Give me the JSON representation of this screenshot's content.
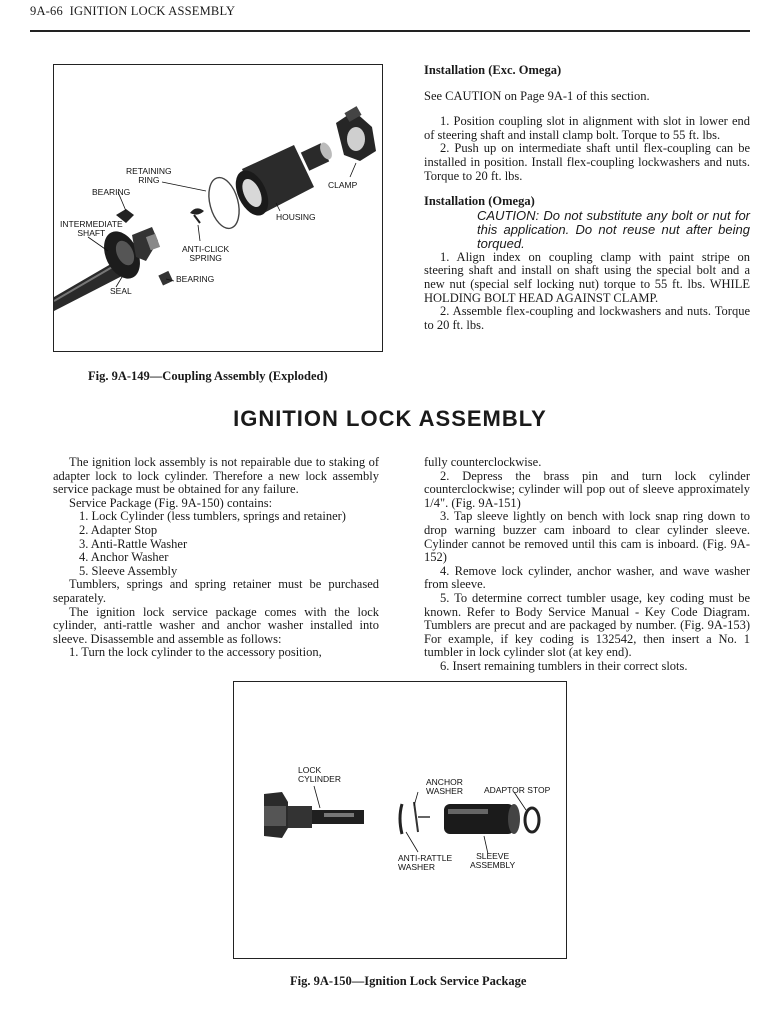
{
  "header": {
    "page_ref": "9A-66",
    "section": "IGNITION LOCK ASSEMBLY"
  },
  "figure1": {
    "labels": {
      "retaining_ring": "RETAINING\nRING",
      "bearing_top": "BEARING",
      "intermediate_shaft": "INTERMEDIATE\nSHAFT",
      "anti_click_spring": "ANTI-CLICK\nSPRING",
      "housing": "HOUSING",
      "clamp": "CLAMP",
      "bearing_bottom": "BEARING",
      "seal": "SEAL"
    },
    "caption": "Fig. 9A-149—Coupling Assembly (Exploded)"
  },
  "right_top": {
    "installation_exc_heading": "Installation (Exc. Omega)",
    "see_caution": "See CAUTION on Page 9A-1 of this section.",
    "exc_step1": "1. Position coupling slot in alignment with slot in lower end of steering shaft and install clamp bolt. Torque to 55 ft. lbs.",
    "exc_step2": "2. Push up on intermediate shaft until flex-coupling can be installed in position. Install flex-coupling lockwashers and nuts. Torque to 20 ft. lbs.",
    "installation_omega_heading": "Installation (Omega)",
    "caution_text": "CAUTION: Do not substitute any bolt or nut for this application. Do not reuse nut after being torqued.",
    "omega_step1": "1. Align index on coupling clamp with paint stripe on steering shaft and install on shaft using the special bolt and a new nut (special self locking nut) torque to 55 ft. lbs. WHILE HOLDING BOLT HEAD AGAINST CLAMP.",
    "omega_step2": "2. Assemble flex-coupling and lockwashers and nuts. Torque to 20 ft. lbs."
  },
  "main_title": "IGNITION LOCK ASSEMBLY",
  "left_col": {
    "intro": "The ignition lock assembly is not repairable due to staking of adapter lock to lock cylinder. Therefore a new lock assembly service package must be obtained for any failure.",
    "service_package": "Service Package (Fig. 9A-150) contains:",
    "items": [
      "1. Lock Cylinder (less tumblers, springs and retainer)",
      "2. Adapter Stop",
      "3. Anti-Rattle Washer",
      "4. Anchor Washer",
      "5. Sleeve Assembly"
    ],
    "tumblers": "Tumblers, springs and spring retainer must be purchased separately.",
    "service_note": "The ignition lock service package comes with the lock cylinder, anti-rattle washer and anchor washer installed into sleeve. Disassemble and assemble as follows:",
    "step1": "1. Turn the lock cylinder to the accessory position,"
  },
  "right_col": {
    "cont": "fully counterclockwise.",
    "step2": "2. Depress the brass pin and turn lock cylinder counterclockwise; cylinder will pop out of sleeve approximately 1/4\". (Fig. 9A-151)",
    "step3": "3. Tap sleeve lightly on bench with lock snap ring down to drop warning buzzer cam inboard to clear cylinder sleeve. Cylinder cannot be removed until this cam is inboard. (Fig. 9A-152)",
    "step4": "4. Remove lock cylinder, anchor washer, and wave washer from sleeve.",
    "step5": "5. To determine correct tumbler usage, key coding must be known. Refer to Body Service Manual - Key Code Diagram. Tumblers are precut and are packaged by number. (Fig. 9A-153) For example, if key coding is 132542, then insert a No. 1 tumbler in lock cylinder slot (at key end).",
    "step6": "6. Insert remaining tumblers in their correct slots."
  },
  "figure2": {
    "labels": {
      "lock_cylinder": "LOCK\nCYLINDER",
      "anchor_washer": "ANCHOR\nWASHER",
      "adaptor_stop": "ADAPTOR STOP",
      "anti_rattle_washer": "ANTI-RATTLE\nWASHER",
      "sleeve_assembly": "SLEEVE\nASSEMBLY"
    },
    "caption": "Fig. 9A-150—Ignition Lock Service Package"
  }
}
